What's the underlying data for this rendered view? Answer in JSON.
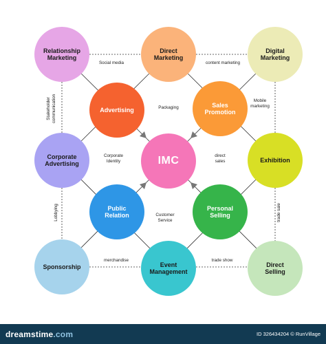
{
  "nodes": {
    "relationship_marketing": "Relationship\nMarketing",
    "direct_marketing": "Direct\nMarketing",
    "digital_marketing": "Digital\nMarketing",
    "advertising": "Advertising",
    "sales_promotion": "Sales\nPromotion",
    "corporate_advertising": "Corporate\nAdvertising",
    "imc": "IMC",
    "exhibition": "Exhibition",
    "public_relation": "Public\nRelation",
    "personal_selling": "Personal\nSelling",
    "sponsorship": "Sponsorship",
    "event_management": "Event\nManagement",
    "direct_selling": "Direct\nSelling"
  },
  "labels": {
    "social_media": "Social media",
    "content_marketing": "content marketing",
    "stakeholder_communication": "Stakeholder\ncommunication",
    "packaging": "Packaging",
    "mobile_marketing": "Mobile\nmarketing",
    "corporate_identity": "Corporate\nIdentity",
    "direct_sales": "direct\nsales",
    "lobbying": "Lobbying",
    "customer_service": "Customer\nService",
    "trade_sale": "trade sale",
    "merchandise": "merchandise",
    "trade_show": "trade show"
  },
  "colors": {
    "relationship_marketing": "#e6a6e6",
    "direct_marketing": "#fbb37a",
    "digital_marketing": "#ecebb6",
    "advertising": "#f5622f",
    "sales_promotion": "#fb9a37",
    "corporate_advertising": "#a9a3f3",
    "imc": "#f576b8",
    "exhibition": "#d8df25",
    "public_relation": "#2e96e6",
    "personal_selling": "#36b44a",
    "sponsorship": "#a6d3ec",
    "event_management": "#39c6cf",
    "direct_selling": "#c5e6bb",
    "footer_bg": "#123a52"
  },
  "footer": {
    "logo_main": "dreamstime",
    "logo_tld": ".com",
    "credit": "ID 326434204 © RunVillage"
  }
}
